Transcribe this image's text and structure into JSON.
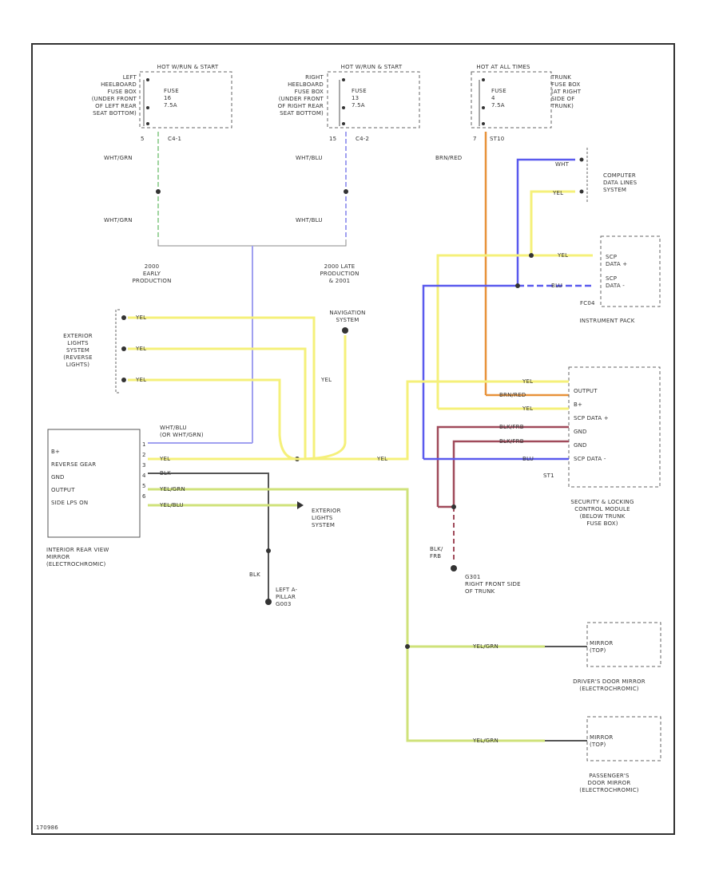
{
  "fuse_boxes": [
    {
      "header": "HOT W/RUN & START",
      "location": "LEFT\nHEELBOARD\nFUSE BOX\n(UNDER FRONT\nOF LEFT REAR\nSEAT BOTTOM)",
      "fuse": "FUSE\n16\n7.5A",
      "pin": "5",
      "conn": "C4-1"
    },
    {
      "header": "HOT W/RUN & START",
      "location": "RIGHT\nHEELBOARD\nFUSE BOX\n(UNDER FRONT\nOF RIGHT REAR\nSEAT BOTTOM)",
      "fuse": "FUSE\n13\n7.5A",
      "pin": "15",
      "conn": "C4-2"
    },
    {
      "header": "HOT AT ALL TIMES",
      "location": "TRUNK\nFUSE BOX\n(AT RIGHT\nSIDE OF\nTRUNK)",
      "fuse": "FUSE\n4\n7.5A",
      "pin": "7",
      "conn": "ST10"
    }
  ],
  "wires": {
    "wht_grn_top": "WHT/GRN",
    "wht_grn_bot": "WHT/GRN",
    "wht_blu_top": "WHT/BLU",
    "wht_blu_bot": "WHT/BLU",
    "brn_red": "BRN/RED",
    "mirror_b": "WHT/BLU\n(OR WHT/GRN)",
    "yel_main": "YEL",
    "yel_main2": "YEL",
    "yel_vert": "YEL",
    "blk": "BLK",
    "yel_grn": "YEL/GRN",
    "yel_blu": "YEL/BLU",
    "blk_v": "BLK",
    "blk_fr": "BLK/\nFRB",
    "ext1": "YEL",
    "ext2": "YEL",
    "ext3": "YEL",
    "wht": "WHT",
    "yel_cd": "YEL",
    "yel_ip": "YEL",
    "blu_ip": "BLU",
    "sec_yel1": "YEL",
    "sec_brn": "BRN/RED",
    "sec_yel2": "YEL",
    "sec_blk1": "BLK/FRB",
    "sec_blk2": "BLK/FRB",
    "sec_blu": "BLU",
    "dr_mirror": "YEL/GRN",
    "pass_mirror": "YEL/GRN"
  },
  "labels": {
    "early": "2000\nEARLY\nPRODUCTION",
    "late": "2000 LATE\nPRODUCTION\n& 2001",
    "nav": "NAVIGATION\nSYSTEM",
    "ext_lights": "EXTERIOR\nLIGHTS\nSYSTEM\n(REVERSE\nLIGHTS)",
    "ext_lights2": "EXTERIOR\nLIGHTS\nSYSTEM",
    "computer": "COMPUTER\nDATA LINES\nSYSTEM",
    "instrument": "INSTRUMENT PACK",
    "ip_pins": "SCP\nDATA +\n\nSCP\nDATA -",
    "ip_conn": "FC04",
    "security": "SECURITY & LOCKING\nCONTROL MODULE\n(BELOW TRUNK\nFUSE BOX)",
    "sec_pins": "OUTPUT\nB+\nSCP DATA +\nGND\nGND\nSCP DATA -",
    "sec_conn": "ST1",
    "mirror_title": "INTERIOR REAR VIEW\nMIRROR\n(ELECTROCHROMIC)",
    "mirror_pins": "B+\nREVERSE GEAR\nGND\nOUTPUT\nSIDE LPS ON",
    "mirror_pinnums": "1\n2\n3\n4\n5\n6",
    "ground1": "LEFT A-\nPILLAR\nG003",
    "ground2": "G301\nRIGHT FRONT SIDE\nOF TRUNK",
    "dr_mirror_pin": "MIRROR\n(TOP)",
    "dr_mirror": "DRIVER'S DOOR MIRROR\n(ELECTROCHROMIC)",
    "pass_mirror_pin": "MIRROR\n(TOP)",
    "pass_mirror": "PASSENGER'S\nDOOR MIRROR\n(ELECTROCHROMIC)",
    "footer": "170986"
  },
  "colors": {
    "yellow": "#f5f07a",
    "yellow_green": "#cfe27a",
    "blue": "#5a5aee",
    "orange": "#e8923a",
    "brown": "#a04a5a",
    "black": "#555555",
    "light_blue": "#a0a0f0",
    "green": "#9fd49f"
  }
}
